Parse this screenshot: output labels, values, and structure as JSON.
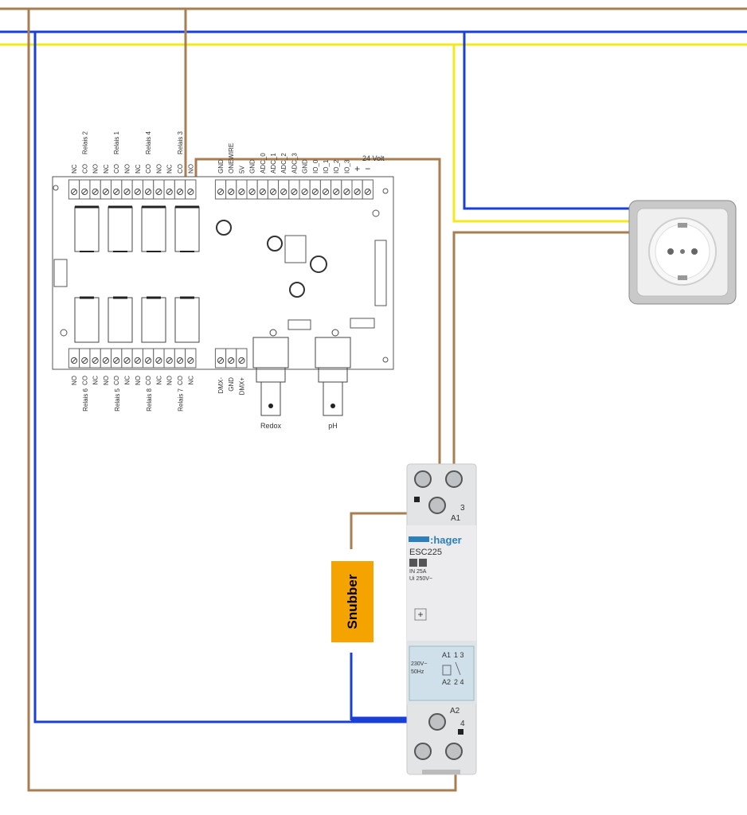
{
  "board": {
    "top_relay_pins": [
      "NC",
      "CO",
      "NO",
      "NC",
      "CO",
      "NO",
      "NC",
      "CO",
      "NO",
      "NC",
      "CO",
      "NO"
    ],
    "top_relay_names": [
      "Relais 2",
      "Relais 1",
      "Relais 4",
      "Relais 3"
    ],
    "top_io_pins": [
      "GND",
      "ONEWIRE",
      "5V",
      "GND",
      "ADC_0",
      "ADC_1",
      "ADC_2",
      "ADC_3",
      "GND",
      "IO_0",
      "IO_1",
      "IO_2",
      "IO_3",
      "+",
      "−"
    ],
    "voltage_label": "24 Volt",
    "bottom_relay_pins": [
      "NO",
      "CO",
      "NC",
      "NO",
      "CO",
      "NC",
      "NO",
      "CO",
      "NC",
      "NO",
      "CO",
      "NC"
    ],
    "bottom_relay_names": [
      "Relais 6",
      "Relais 5",
      "Relais 8",
      "Relais 7"
    ],
    "dmx_pins": [
      "DMX-",
      "GND",
      "DMX+"
    ],
    "connector_left": "Redox",
    "connector_right": "pH"
  },
  "contactor": {
    "brand": ":hager",
    "model": "ESC225",
    "spec_line1": "IN 25A",
    "spec_line2": "Ui 250V~",
    "coil_line1": "230V~",
    "coil_line2": "50Hz",
    "terminal_top": "3",
    "terminal_a1": "A1",
    "terminal_a2": "A2",
    "terminal_bottom": "4",
    "diagram_label_a1": "A1",
    "diagram_label_13": "1 3",
    "diagram_label_a2": "A2",
    "diagram_label_24": "2 4"
  },
  "snubber": {
    "label": "Snubber"
  },
  "colors": {
    "brown": "#a87d4f",
    "blue": "#1a3fd6",
    "yellow": "#f2ea1c",
    "snubber": "#f5a300"
  }
}
